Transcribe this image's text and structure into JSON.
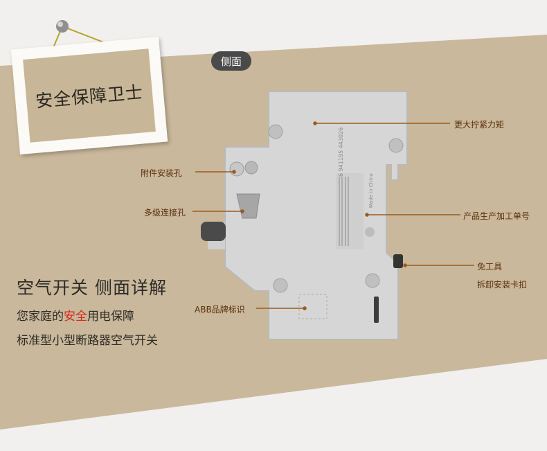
{
  "sign": {
    "text": "安全保障卫士"
  },
  "view_badge": "侧面",
  "callouts": {
    "torque": "更大拧紧力矩",
    "accessory_hole": "附件安装孔",
    "multi_level_hole": "多级连接孔",
    "serial_number": "产品生产加工单号",
    "tool_free_line1": "免工具",
    "tool_free_line2": "拆卸安装卡扣",
    "abb_mark": "ABB品牌标识"
  },
  "headline": "空气开关 侧面详解",
  "tagline": {
    "before": "您家庭的",
    "highlight": "安全",
    "after": "用电保障"
  },
  "subline": "标准型小型断路器空气开关",
  "colors": {
    "background": "#c9b89b",
    "stripe_light": "#efeeec",
    "callout_line": "#9a5a1c",
    "highlight": "#d8261c"
  },
  "device_text": {
    "barcode_number": "6 941195 443026",
    "made_in": "Made in China"
  }
}
